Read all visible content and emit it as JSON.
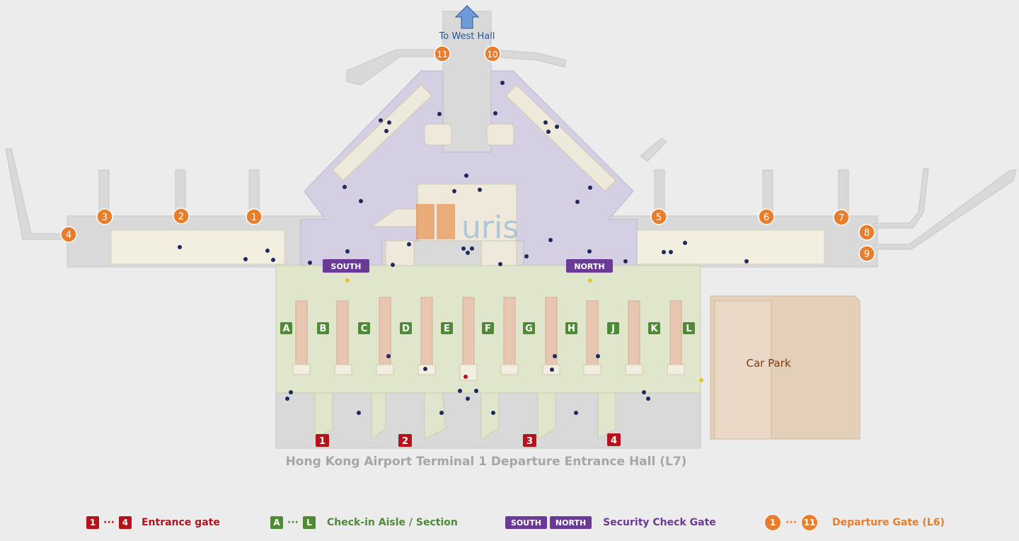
{
  "map": {
    "title": "Hong Kong Airport Terminal 1 Departure Entrance Hall (L7)",
    "to_west_hall": "To West Hall",
    "car_park": "Car Park",
    "watermark": "Turis",
    "security": {
      "south": "SOUTH",
      "north": "NORTH"
    },
    "departure_gates": [
      "1",
      "2",
      "3",
      "4",
      "5",
      "6",
      "7",
      "8",
      "9",
      "10",
      "11"
    ],
    "aisles": [
      "A",
      "B",
      "C",
      "D",
      "E",
      "F",
      "G",
      "H",
      "J",
      "K",
      "L"
    ],
    "entrance_gates": [
      "1",
      "2",
      "3",
      "4"
    ]
  },
  "legend": {
    "entrance": {
      "from": "1",
      "to": "4",
      "dots": "···",
      "label": "Entrance gate"
    },
    "aisle": {
      "from": "A",
      "to": "L",
      "dots": "···",
      "label": "Check-in Aisle / Section"
    },
    "security": {
      "south": "SOUTH",
      "north": "NORTH",
      "label": "Security Check Gate"
    },
    "departure": {
      "from": "1",
      "to": "11",
      "dots": "···",
      "label": "Departure Gate (L6)"
    }
  },
  "colors": {
    "entrance": "#b5121b",
    "aisle": "#4f8a36",
    "security": "#6b3a96",
    "departure": "#e87d2c",
    "west_hall": "#2f5597",
    "car_park_text": "#7a3a14",
    "title_text": "#a6a6a6"
  }
}
